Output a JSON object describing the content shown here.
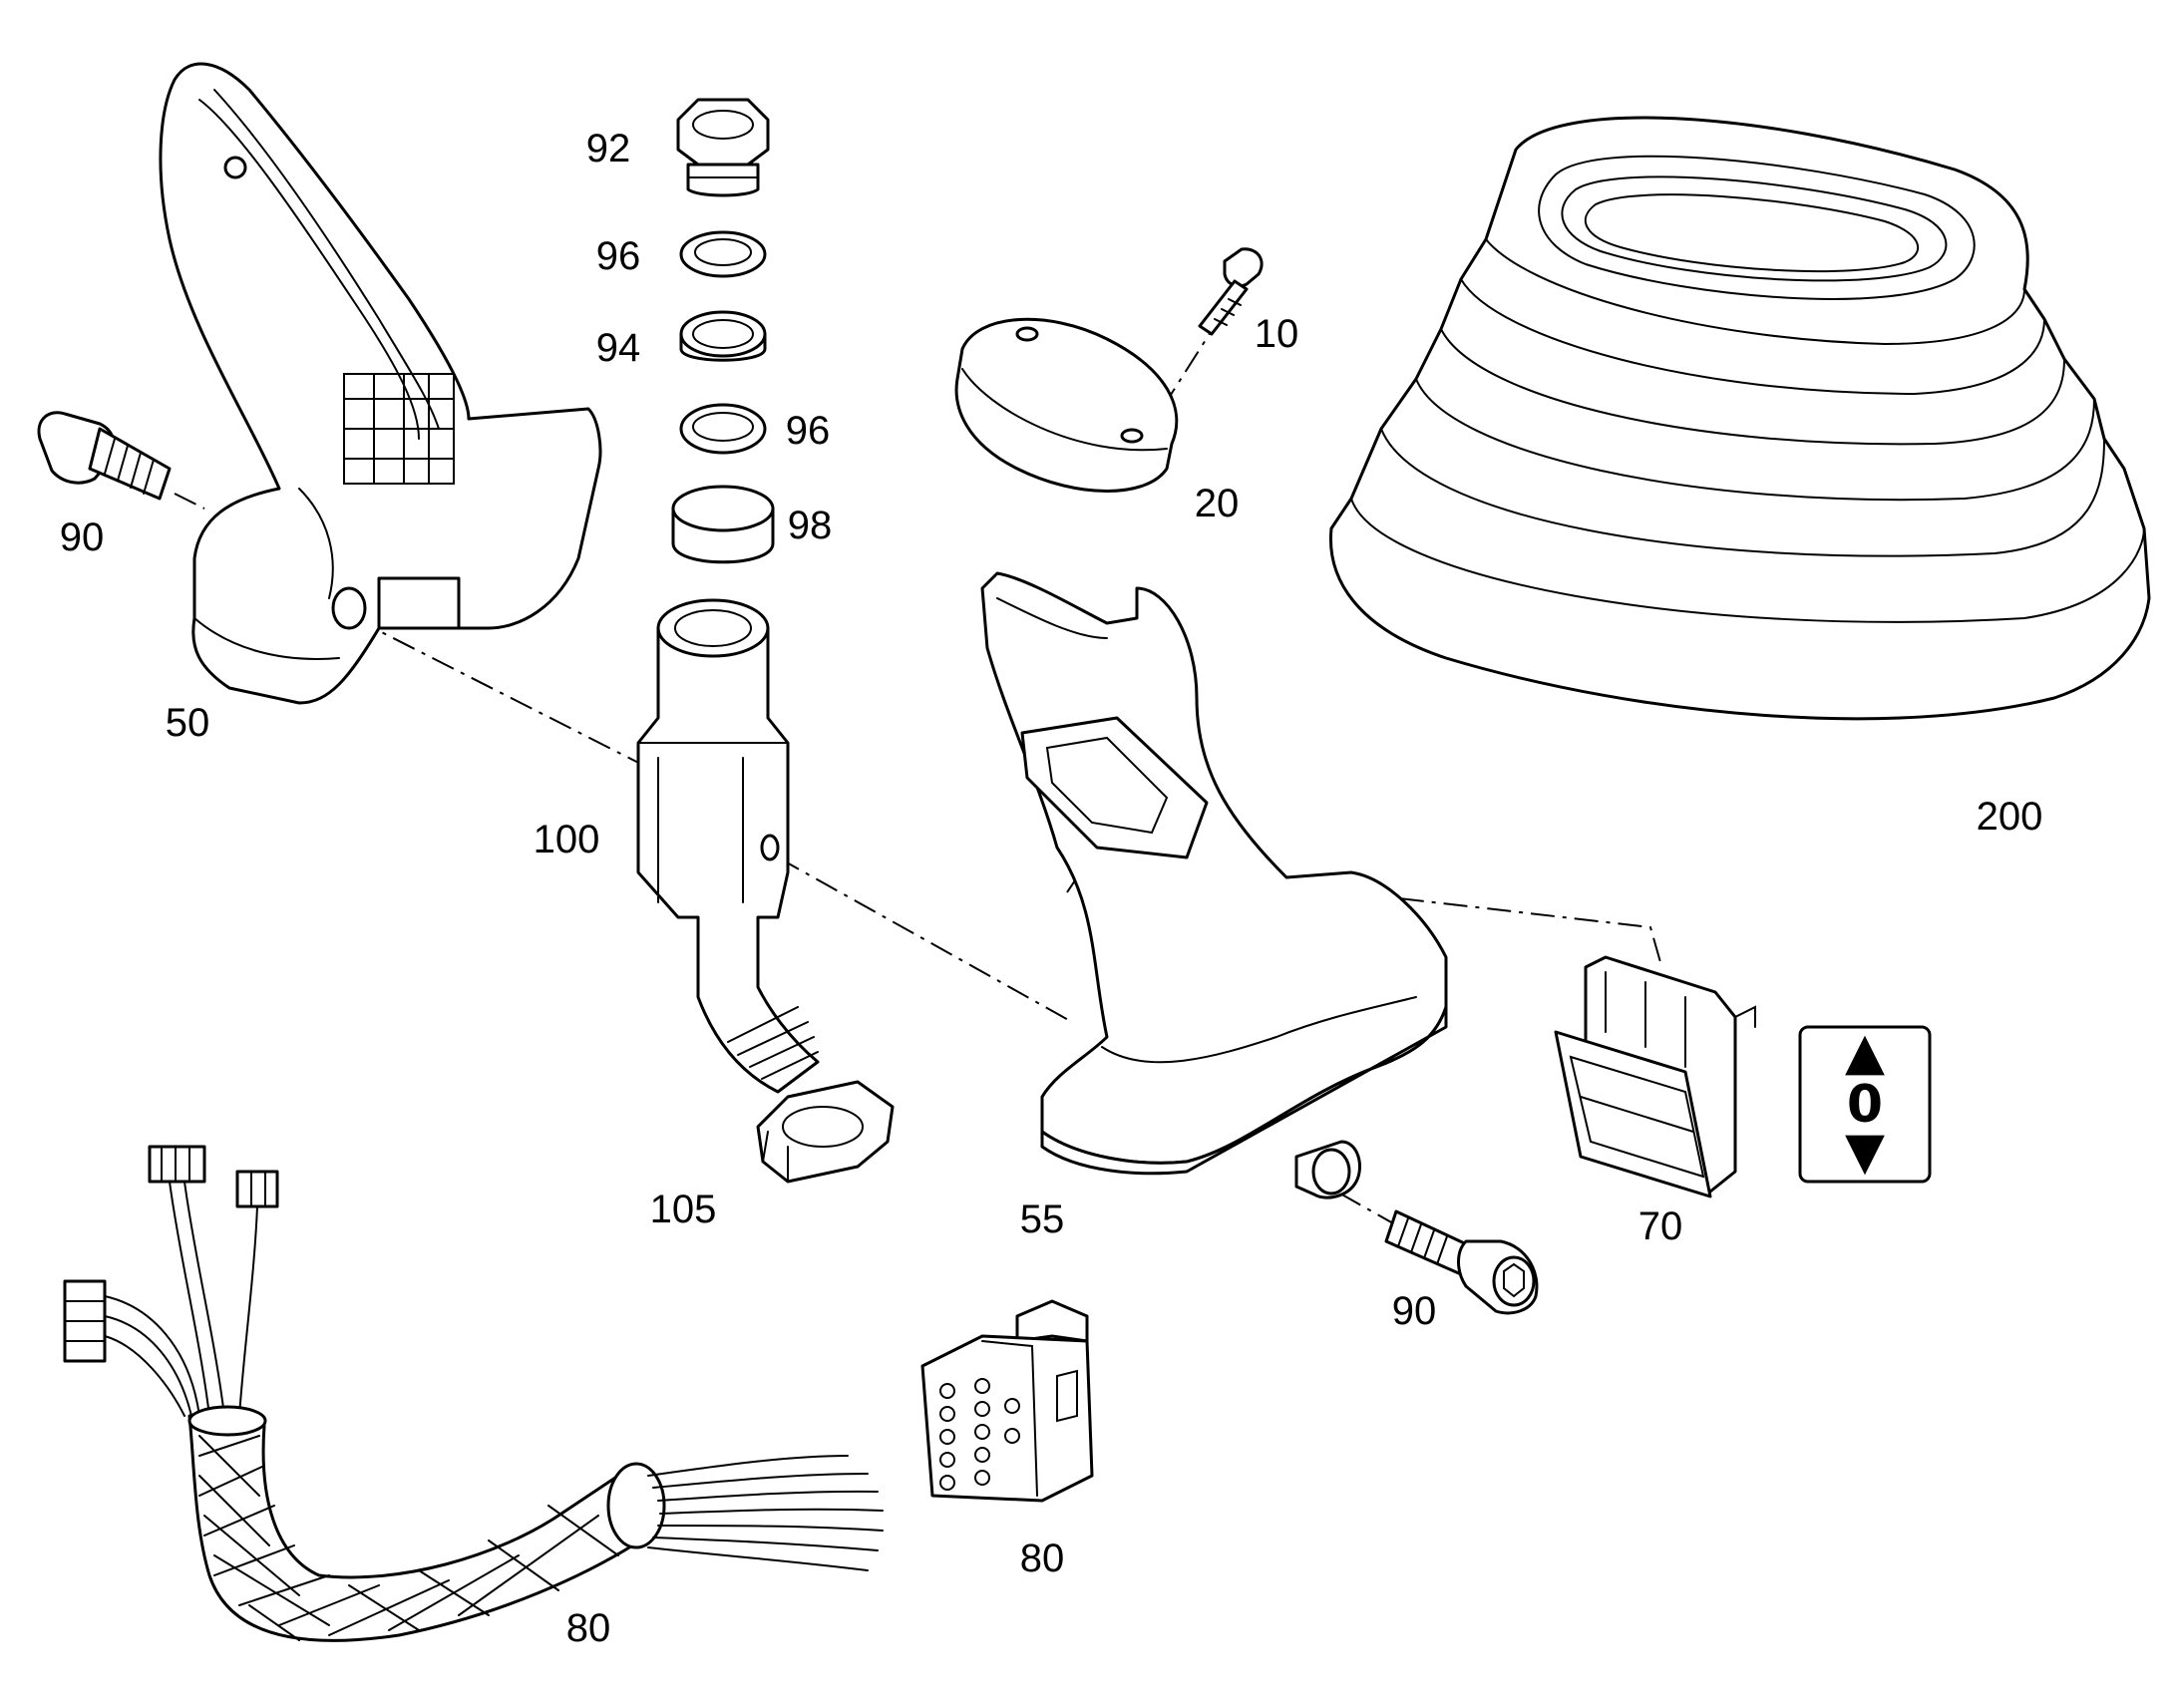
{
  "diagram": {
    "callouts": {
      "p10": "10",
      "p20": "20",
      "p50": "50",
      "p55": "55",
      "p70": "70",
      "p80_harness": "80",
      "p80_connector": "80",
      "p90_left": "90",
      "p90_right": "90",
      "p92": "92",
      "p94": "94",
      "p96_upper": "96",
      "p96_lower": "96",
      "p98": "98",
      "p100": "100",
      "p105": "105",
      "p200": "200"
    },
    "switch_symbol": {
      "up": "▲",
      "mid": "0",
      "down": "▼"
    }
  }
}
